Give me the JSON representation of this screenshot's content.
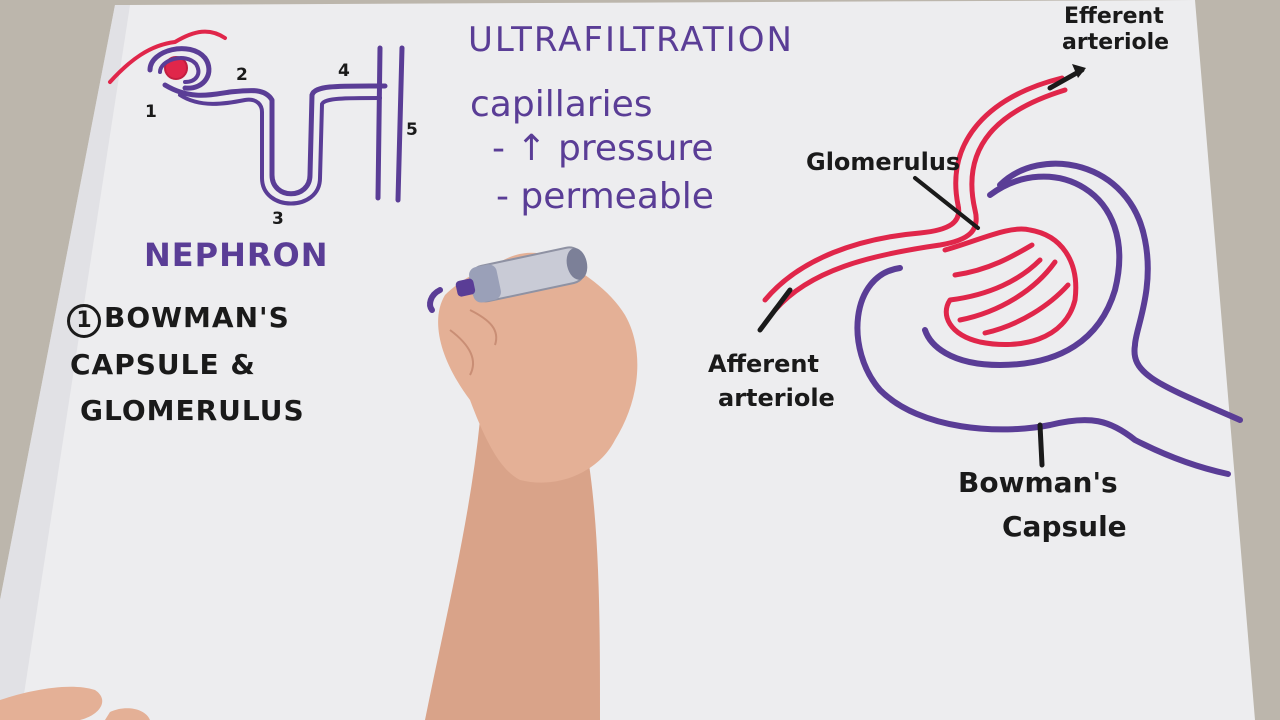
{
  "colors": {
    "board": "#eeeef0",
    "purple": "#5a3d96",
    "red": "#e0264a",
    "black": "#1a1a1a",
    "skin": "#e2ad93",
    "marker_body": "#c9cbd6"
  },
  "nephron_sketch": {
    "label": "NEPHRON",
    "numbers": [
      "1",
      "2",
      "3",
      "4",
      "5"
    ]
  },
  "section": {
    "number": "1",
    "heading_line1": "BOWMAN'S",
    "heading_line2": "CAPSULE &",
    "heading_line3": "GLOMERULUS"
  },
  "notes": {
    "title": "ULTRAFILTRATION",
    "subtitle": "capillaries",
    "bullet1": "- ↑ pressure",
    "bullet2": "- permeable"
  },
  "diagram_labels": {
    "efferent_line1": "Efferent",
    "efferent_line2": "arteriole",
    "glomerulus": "Glomerulus",
    "afferent_line1": "Afferent",
    "afferent_line2": "arteriole",
    "bowman_line1": "Bowman's",
    "bowman_line2": "Capsule"
  }
}
